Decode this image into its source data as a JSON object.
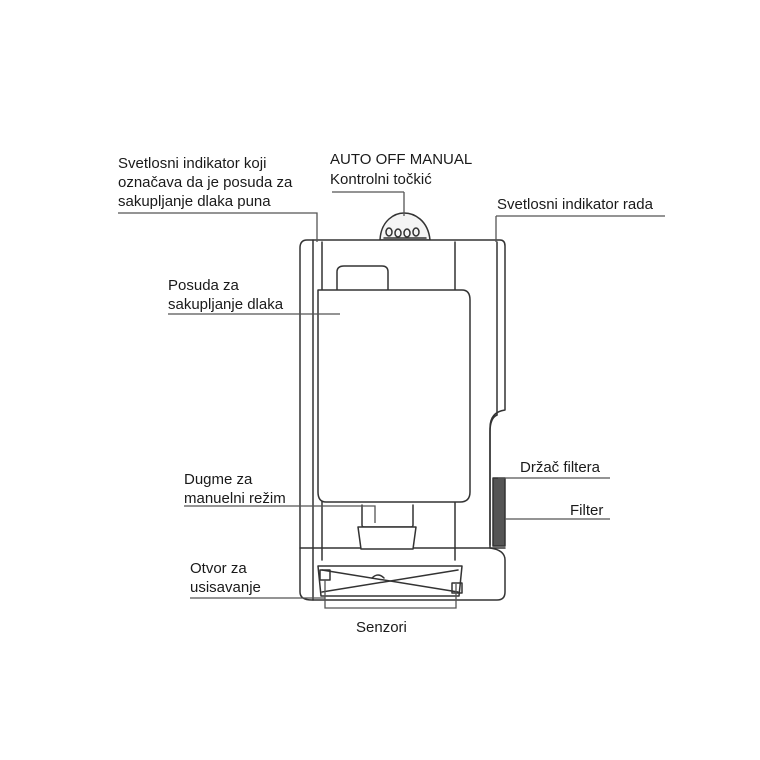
{
  "labels": {
    "full_indicator": [
      "Svetlosni indikator koji",
      "označava da je posuda za",
      "sakupljanje dlaka puna"
    ],
    "mode": "AUTO OFF MANUAL",
    "wheel": "Kontrolni točkić",
    "power_indicator": "Svetlosni indikator rada",
    "container": [
      "Posuda za",
      "sakupljanje dlaka"
    ],
    "filter_holder": "Držač filtera",
    "filter": "Filter",
    "manual_button": [
      "Dugme za",
      "manuelni režim"
    ],
    "suction": [
      "Otvor za",
      "usisavanje"
    ],
    "sensors": "Senzori"
  }
}
